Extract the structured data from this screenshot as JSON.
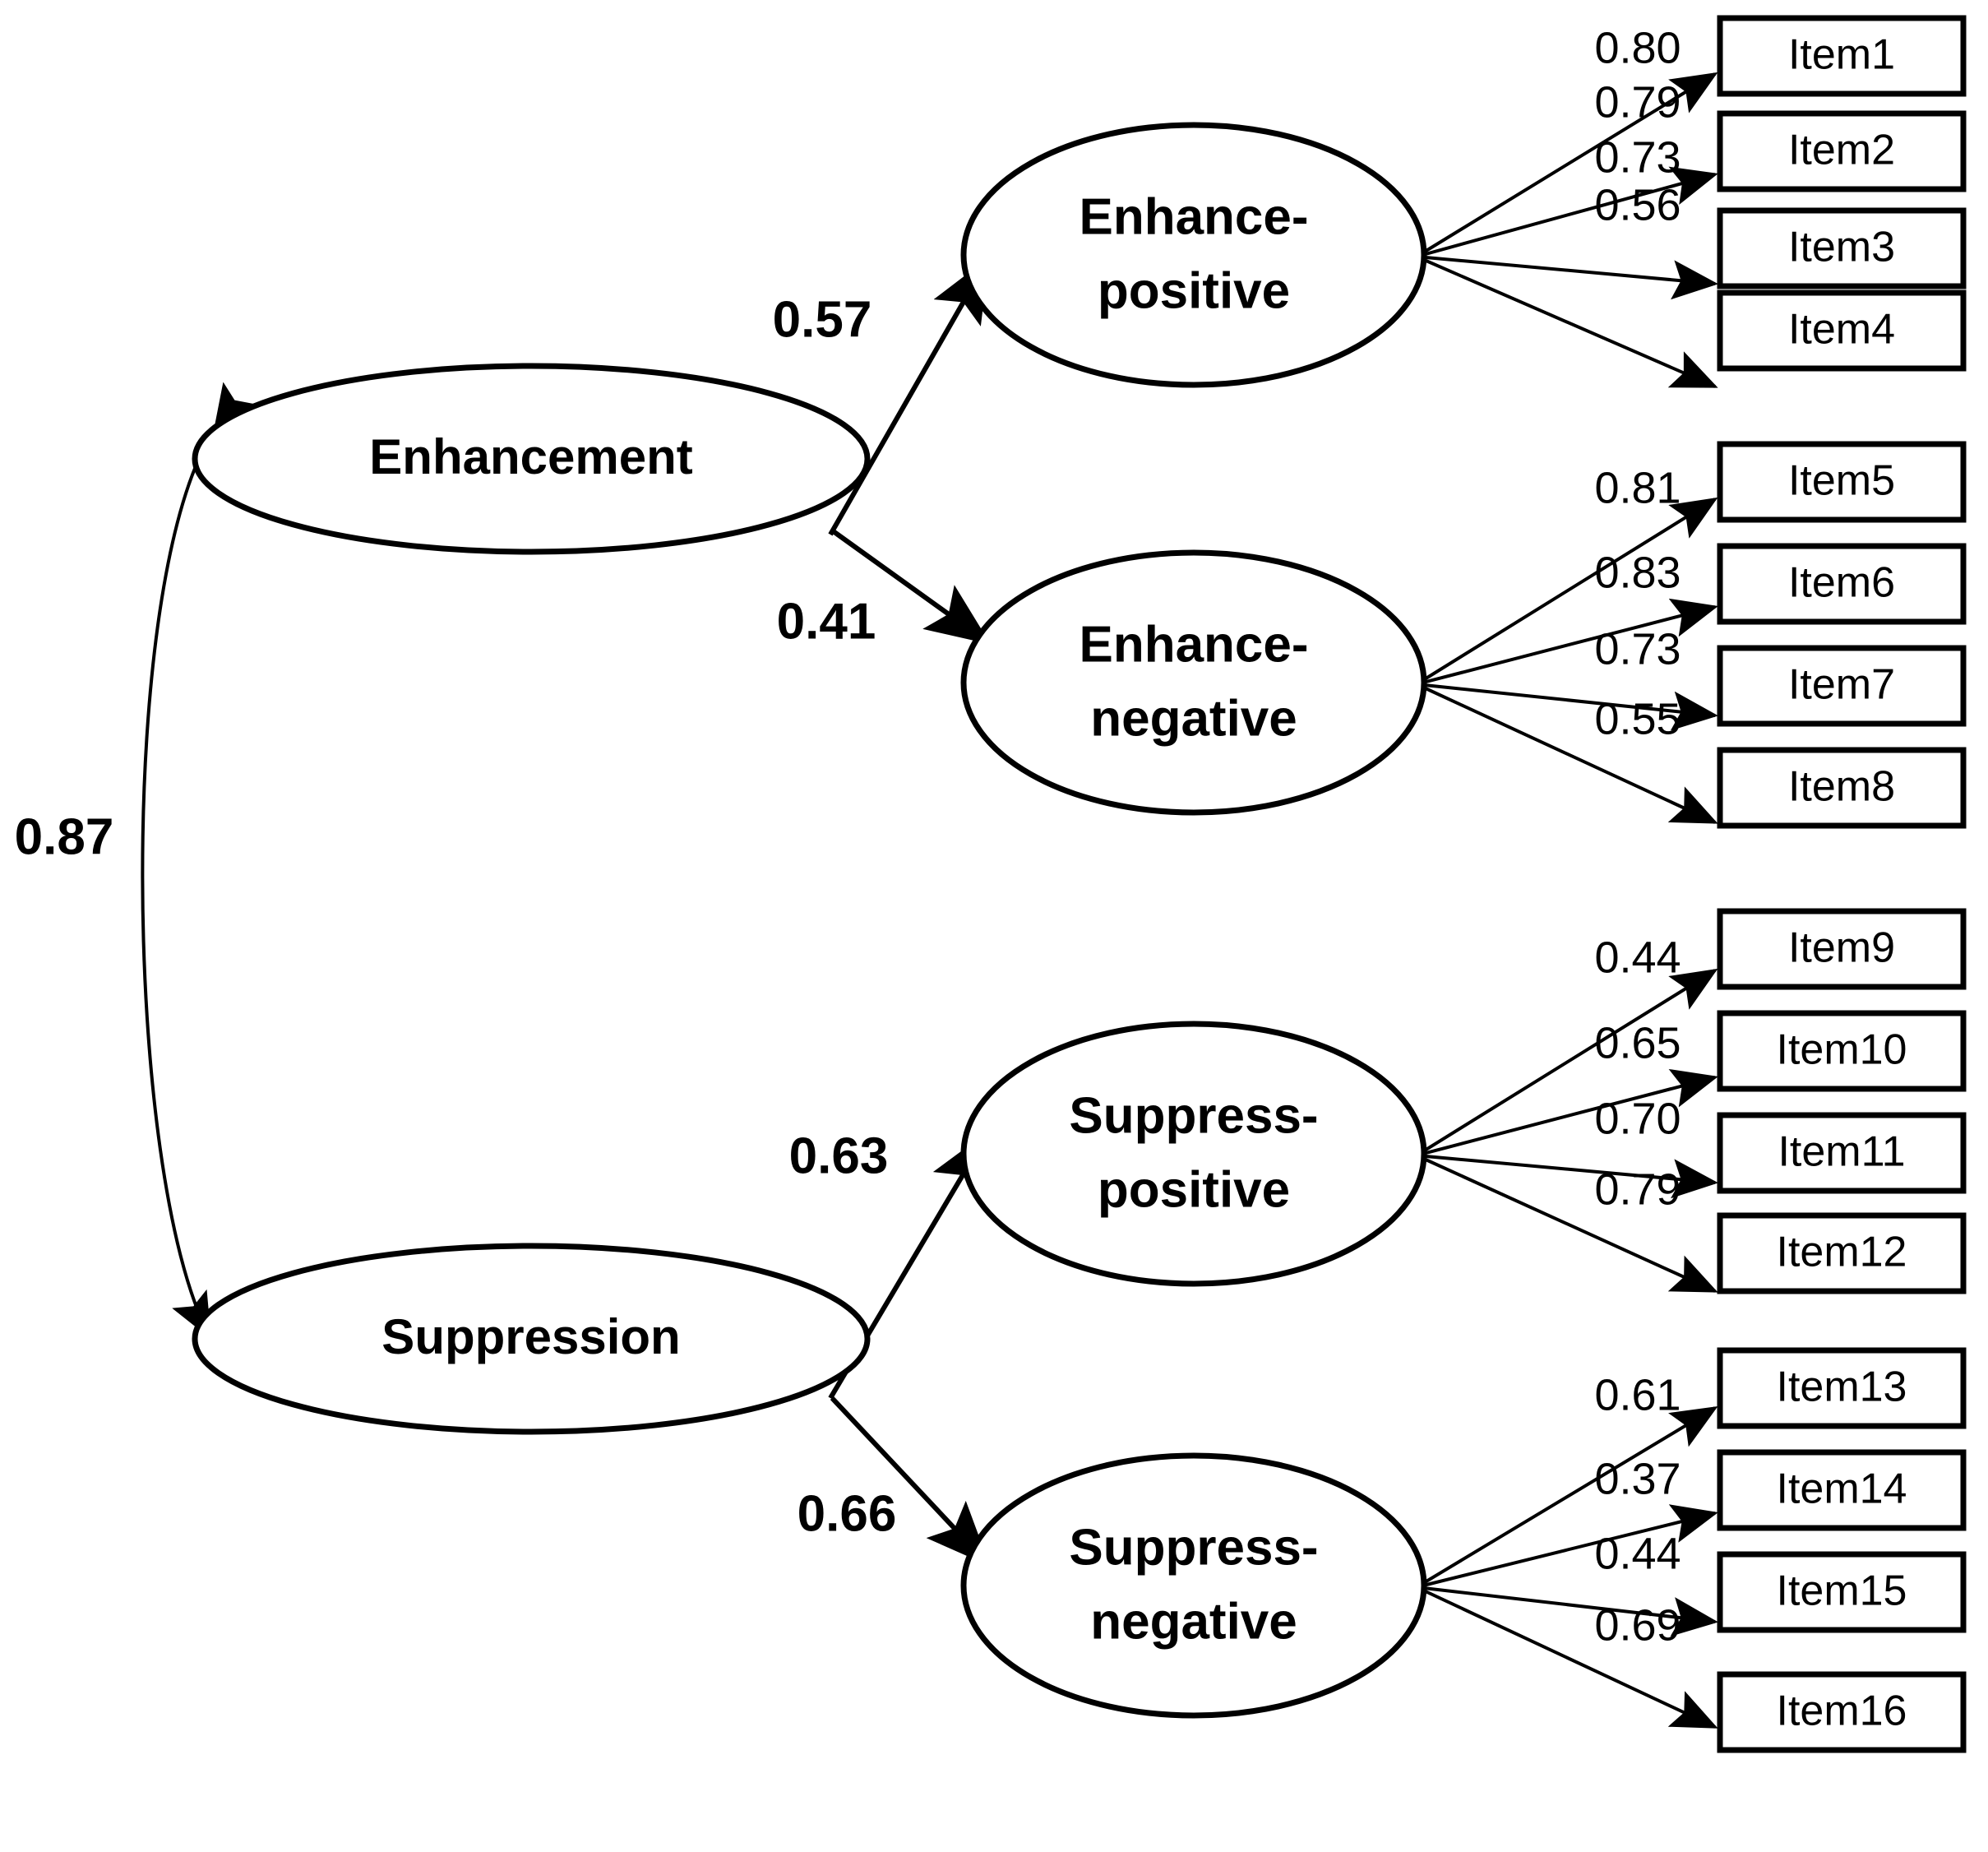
{
  "diagram": {
    "type": "sem-path-diagram",
    "title": "",
    "background_color": "#ffffff",
    "line_color": "#000000",
    "text_color": "#000000"
  },
  "chart_data": {
    "type": "diagram",
    "title": "",
    "nodes": {
      "latent_first_order": [
        {
          "id": "enhance_pos",
          "label_line1": "Enhance-",
          "label_line2": "positive"
        },
        {
          "id": "enhance_neg",
          "label_line1": "Enhance-",
          "label_line2": "negative"
        },
        {
          "id": "suppress_pos",
          "label_line1": "Suppress-",
          "label_line2": "positive"
        },
        {
          "id": "suppress_neg",
          "label_line1": "Suppress-",
          "label_line2": "negative"
        }
      ],
      "latent_second_order": [
        {
          "id": "enhancement",
          "label": "Enhancement"
        },
        {
          "id": "suppression",
          "label": "Suppression"
        }
      ],
      "observed": [
        {
          "id": "item1",
          "label": "Item1"
        },
        {
          "id": "item2",
          "label": "Item2"
        },
        {
          "id": "item3",
          "label": "Item3"
        },
        {
          "id": "item4",
          "label": "Item4"
        },
        {
          "id": "item5",
          "label": "Item5"
        },
        {
          "id": "item6",
          "label": "Item6"
        },
        {
          "id": "item7",
          "label": "Item7"
        },
        {
          "id": "item8",
          "label": "Item8"
        },
        {
          "id": "item9",
          "label": "Item9"
        },
        {
          "id": "item10",
          "label": "Item10"
        },
        {
          "id": "item11",
          "label": "Item11"
        },
        {
          "id": "item12",
          "label": "Item12"
        },
        {
          "id": "item13",
          "label": "Item13"
        },
        {
          "id": "item14",
          "label": "Item14"
        },
        {
          "id": "item15",
          "label": "Item15"
        },
        {
          "id": "item16",
          "label": "Item16"
        }
      ]
    },
    "structural_paths": [
      {
        "from": "enhancement",
        "to": "enhance_pos",
        "coefficient": "0.57"
      },
      {
        "from": "enhancement",
        "to": "enhance_neg",
        "coefficient": "0.41"
      },
      {
        "from": "suppression",
        "to": "suppress_pos",
        "coefficient": "0.63"
      },
      {
        "from": "suppression",
        "to": "suppress_neg",
        "coefficient": "0.66"
      }
    ],
    "covariance": [
      {
        "between": [
          "enhancement",
          "suppression"
        ],
        "coefficient": "0.87",
        "bidirectional": true
      }
    ],
    "factor_loadings": [
      {
        "factor": "enhance_pos",
        "item": "item1",
        "loading": "0.80"
      },
      {
        "factor": "enhance_pos",
        "item": "item2",
        "loading": "0.79"
      },
      {
        "factor": "enhance_pos",
        "item": "item3",
        "loading": "0.73"
      },
      {
        "factor": "enhance_pos",
        "item": "item4",
        "loading": "0.56"
      },
      {
        "factor": "enhance_neg",
        "item": "item5",
        "loading": "0.81"
      },
      {
        "factor": "enhance_neg",
        "item": "item6",
        "loading": "0.83"
      },
      {
        "factor": "enhance_neg",
        "item": "item7",
        "loading": "0.73"
      },
      {
        "factor": "enhance_neg",
        "item": "item8",
        "loading": "0.55"
      },
      {
        "factor": "suppress_pos",
        "item": "item9",
        "loading": "0.44"
      },
      {
        "factor": "suppress_pos",
        "item": "item10",
        "loading": "0.65"
      },
      {
        "factor": "suppress_pos",
        "item": "item11",
        "loading": "0.70"
      },
      {
        "factor": "suppress_pos",
        "item": "item12",
        "loading": "0.79"
      },
      {
        "factor": "suppress_neg",
        "item": "item13",
        "loading": "0.61"
      },
      {
        "factor": "suppress_neg",
        "item": "item14",
        "loading": "0.37"
      },
      {
        "factor": "suppress_neg",
        "item": "item15",
        "loading": "0.44"
      },
      {
        "factor": "suppress_neg",
        "item": "item16",
        "loading": "0.69"
      }
    ]
  },
  "labels": {
    "enhancement": "Enhancement",
    "suppression": "Suppression",
    "enhance_pos_1": "Enhance-",
    "enhance_pos_2": "positive",
    "enhance_neg_1": "Enhance-",
    "enhance_neg_2": "negative",
    "suppress_pos_1": "Suppress-",
    "suppress_pos_2": "positive",
    "suppress_neg_1": "Suppress-",
    "suppress_neg_2": "negative"
  },
  "items": {
    "i1": "Item1",
    "i2": "Item2",
    "i3": "Item3",
    "i4": "Item4",
    "i5": "Item5",
    "i6": "Item6",
    "i7": "Item7",
    "i8": "Item8",
    "i9": "Item9",
    "i10": "Item10",
    "i11": "Item11",
    "i12": "Item12",
    "i13": "Item13",
    "i14": "Item14",
    "i15": "Item15",
    "i16": "Item16"
  },
  "coefficients": {
    "corr_enh_sup": "0.87",
    "enh_to_pos": "0.57",
    "enh_to_neg": "0.41",
    "sup_to_pos": "0.63",
    "sup_to_neg": "0.66",
    "l1": "0.80",
    "l2": "0.79",
    "l3": "0.73",
    "l4": "0.56",
    "l5": "0.81",
    "l6": "0.83",
    "l7": "0.73",
    "l8": "0.55",
    "l9": "0.44",
    "l10": "0.65",
    "l11": "0.70",
    "l12": "0.79",
    "l13": "0.61",
    "l14": "0.37",
    "l15": "0.44",
    "l16": "0.69"
  }
}
